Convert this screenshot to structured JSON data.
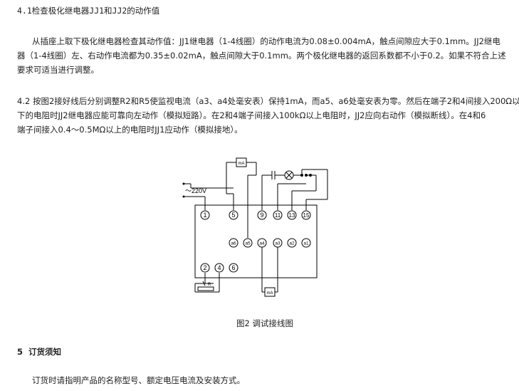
{
  "section41": {
    "heading": "4.1检查极化继电器JJ1和JJ2的动作值",
    "lines": [
      "从插座上取下极化继电器检查其动作值：JJ1继电器（1-4线圈）的动作电流为0.08±0.004mA，触点间隙应大于0.1mm。JJ2继电",
      "器（1-4线圈）左、右动作电流都为0.35±0.02mA，触点间隙大于0.1mm。两个极化继电器的返回系数都不小于0.2。如果不符合上述",
      "要求可适当进行调整。"
    ]
  },
  "section42": {
    "lines": [
      "4.2 按图2接好线后分别调整R2和R5使监视电流（a3、a4处毫安表）保持1mA，而a5、a6处毫安表为零。然后在端子2和4间接入200Ω以",
      "下的电阻时JJ2继电器应能可靠向左动作（模拟短路）。在2和4端子间接入100kΩ以上电阻时，JJ2应向右动作（模拟断线）。在4和6",
      "端子间接入0.4～0.5MΩ以上的电阻时JJ1应动作（模拟接地）。"
    ]
  },
  "figure": {
    "caption": "图2 调试接线图",
    "supply_label": "～220V",
    "meter_label": "mA",
    "resistor_label": "R",
    "top_terminals": [
      "1",
      "5",
      "9",
      "11",
      "13",
      "15"
    ],
    "mid_terminals": [
      "a6",
      "a5",
      "a4",
      "a3",
      "a2",
      "a1"
    ],
    "bottom_terminals": [
      "2",
      "4",
      "6"
    ]
  },
  "section5": {
    "heading": "5  订货须知",
    "body": "订货时请指明产品的名称型号、额定电压电流及安装方式。"
  }
}
